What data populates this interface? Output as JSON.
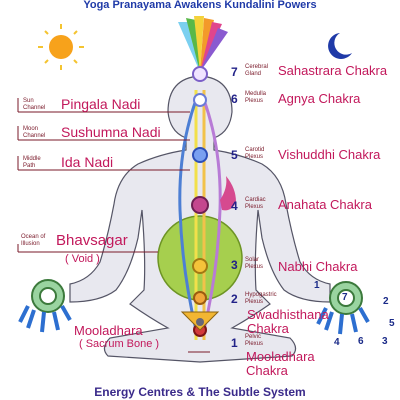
{
  "title": "Yoga Pranayama Awakens Kundalini Powers",
  "footer": "Energy Centres & The Subtle System",
  "chakras_right": [
    {
      "num": "7",
      "plexus": [
        "Cerebral",
        "Gland"
      ],
      "name": "Sahastrara Chakra"
    },
    {
      "num": "6",
      "plexus": [
        "Medulla",
        "Plexus"
      ],
      "name": "Agnya Chakra"
    },
    {
      "num": "5",
      "plexus": [
        "Carotid",
        "Plexus"
      ],
      "name": "Vishuddhi Chakra"
    },
    {
      "num": "4",
      "plexus": [
        "Cardiac",
        "Plexus"
      ],
      "name": "Anahata Chakra"
    },
    {
      "num": "3",
      "plexus": [
        "Solar",
        "Plexus"
      ],
      "name": "Nabhi Chakra"
    },
    {
      "num": "2",
      "plexus": [
        "Hypogastric",
        "Plexus"
      ],
      "name": "Swadhisthana Chakra",
      "name_lines": [
        "Swadhisthana",
        "Chakra"
      ]
    },
    {
      "num": "1",
      "plexus": [
        "Pelvic",
        "Plexus"
      ],
      "name": "Mooladhara Chakra",
      "name_lines": [
        "Mooladhara",
        "Chakra"
      ]
    }
  ],
  "channels_left": [
    {
      "sub": [
        "Sun",
        "Channel"
      ],
      "name": "Pingala Nadi"
    },
    {
      "sub": [
        "Moon",
        "Channel"
      ],
      "name": "Sushumna Nadi"
    },
    {
      "sub": [
        "Middle",
        "Path"
      ],
      "name": "Ida Nadi"
    },
    {
      "sub": [
        "Ocean of",
        "Illusion"
      ],
      "name": "Bhavsagar",
      "note": "( Void )"
    }
  ],
  "base": {
    "name": "Mooladhara",
    "note": "( Sacrum Bone )"
  },
  "right_hand_numbers": [
    "1",
    "7",
    "2",
    "3",
    "4",
    "5",
    "6"
  ],
  "colors": {
    "title": "#1f3aa8",
    "label": "#c2185b",
    "sublabel": "#7a1a2a",
    "body": "#e7e7ee",
    "void": "#98c83a",
    "sun": "#f7a21b",
    "moon": "#1f3aa8"
  }
}
